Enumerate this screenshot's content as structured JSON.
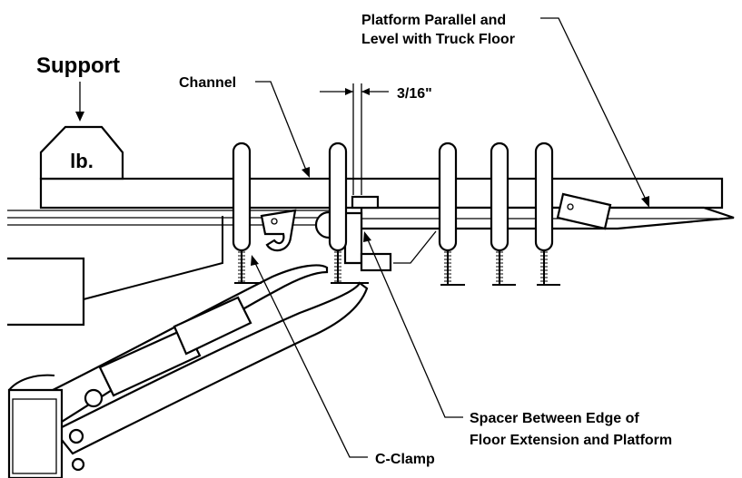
{
  "labels": {
    "support": "Support",
    "weight": "lb.",
    "channel": "Channel",
    "gap": "3/16\"",
    "platform_line1": "Platform Parallel and",
    "platform_line2": "Level with Truck Floor",
    "spacer_line1": "Spacer Between Edge of",
    "spacer_line2": "Floor Extension and Platform",
    "c_clamp": "C-Clamp"
  },
  "colors": {
    "ink": "#000000",
    "paper": "#ffffff"
  }
}
